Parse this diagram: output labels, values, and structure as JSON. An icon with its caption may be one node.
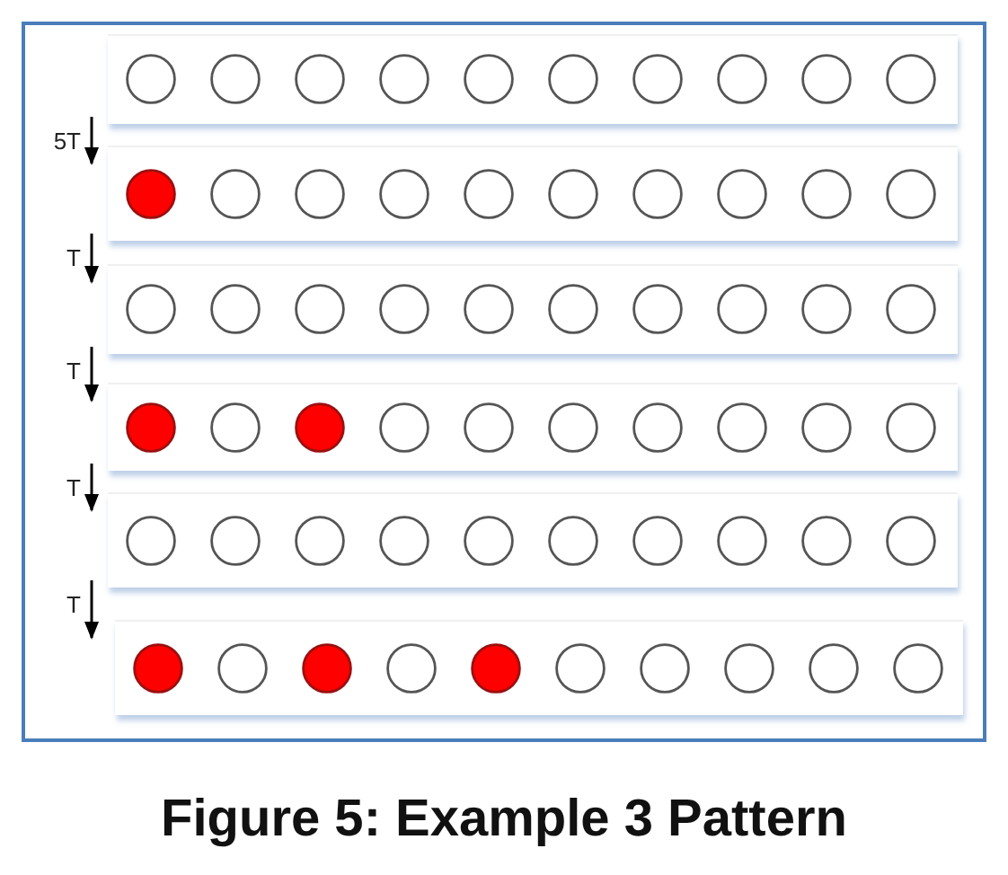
{
  "diagram": {
    "caption": "Figure 5: Example 3 Pattern",
    "nodes": [
      {
        "text": [],
        "shape": "box"
      },
      {
        "text": [],
        "shape": "circle",
        "in": 0
      },
      {
        "text": [],
        "shape": "circle",
        "in": 0
      },
      {
        "text": [],
        "shape": "circle",
        "in": 0
      },
      {
        "text": [],
        "shape": "circle",
        "in": 0
      },
      {
        "text": [],
        "shape": "circle",
        "in": 0
      },
      {
        "text": [],
        "shape": "circle",
        "in": 0
      },
      {
        "text": [],
        "shape": "circle",
        "in": 0
      },
      {
        "text": [],
        "shape": "circle",
        "in": 0
      },
      {
        "text": [],
        "shape": "circle",
        "in": 0
      },
      {
        "text": [],
        "shape": "circle",
        "in": 0
      },
      {
        "text": [],
        "shape": "box"
      },
      {
        "text": [],
        "shape": "circle",
        "in": 11
      },
      {
        "text": [],
        "shape": "circle",
        "in": 11
      },
      {
        "text": [],
        "shape": "circle",
        "in": 11
      },
      {
        "text": [],
        "shape": "circle",
        "in": 11
      },
      {
        "text": [],
        "shape": "circle",
        "in": 11
      },
      {
        "text": [],
        "shape": "circle",
        "in": 11
      },
      {
        "text": [],
        "shape": "circle",
        "in": 11
      },
      {
        "text": [],
        "shape": "circle",
        "in": 11
      },
      {
        "text": [],
        "shape": "circle",
        "in": 11
      },
      {
        "text": [],
        "shape": "circle",
        "in": 11
      },
      {
        "text": [],
        "shape": "box"
      },
      {
        "text": [],
        "shape": "circle",
        "in": 22
      },
      {
        "text": [],
        "shape": "circle",
        "in": 22
      },
      {
        "text": [],
        "shape": "circle",
        "in": 22
      },
      {
        "text": [],
        "shape": "circle",
        "in": 22
      },
      {
        "text": [],
        "shape": "circle",
        "in": 22
      },
      {
        "text": [],
        "shape": "circle",
        "in": 22
      },
      {
        "text": [],
        "shape": "circle",
        "in": 22
      },
      {
        "text": [],
        "shape": "circle",
        "in": 22
      },
      {
        "text": [],
        "shape": "circle",
        "in": 22
      },
      {
        "text": [],
        "shape": "circle",
        "in": 22
      },
      {
        "text": [],
        "shape": "box"
      },
      {
        "text": [],
        "shape": "circle",
        "in": 33
      },
      {
        "text": [],
        "shape": "circle",
        "in": 33
      },
      {
        "text": [],
        "shape": "circle",
        "in": 33
      },
      {
        "text": [],
        "shape": "circle",
        "in": 33
      },
      {
        "text": [],
        "shape": "circle",
        "in": 33
      },
      {
        "text": [],
        "shape": "circle",
        "in": 33
      },
      {
        "text": [],
        "shape": "circle",
        "in": 33
      },
      {
        "text": [],
        "shape": "circle",
        "in": 33
      },
      {
        "text": [],
        "shape": "circle",
        "in": 33
      },
      {
        "text": [],
        "shape": "circle",
        "in": 33
      },
      {
        "text": [],
        "shape": "box"
      },
      {
        "text": [],
        "shape": "circle",
        "in": 44
      },
      {
        "text": [],
        "shape": "circle",
        "in": 44
      },
      {
        "text": [],
        "shape": "circle",
        "in": 44
      },
      {
        "text": [],
        "shape": "circle",
        "in": 44
      },
      {
        "text": [],
        "shape": "circle",
        "in": 44
      },
      {
        "text": [],
        "shape": "circle",
        "in": 44
      },
      {
        "text": [],
        "shape": "circle",
        "in": 44
      },
      {
        "text": [],
        "shape": "circle",
        "in": 44
      },
      {
        "text": [],
        "shape": "circle",
        "in": 44
      },
      {
        "text": [],
        "shape": "circle",
        "in": 44
      },
      {
        "text": [],
        "shape": "box"
      },
      {
        "text": [],
        "shape": "circle",
        "in": 55
      },
      {
        "text": [],
        "shape": "circle",
        "in": 55
      },
      {
        "text": [],
        "shape": "circle",
        "in": 55
      },
      {
        "text": [],
        "shape": "circle",
        "in": 55
      },
      {
        "text": [],
        "shape": "circle",
        "in": 55
      },
      {
        "text": [],
        "shape": "circle",
        "in": 55
      },
      {
        "text": [],
        "shape": "circle",
        "in": 55
      },
      {
        "text": [],
        "shape": "circle",
        "in": 55
      },
      {
        "text": [],
        "shape": "circle",
        "in": 55
      },
      {
        "text": [],
        "shape": "circle",
        "in": 55
      }
    ],
    "edges": [
      {
        "from": 0,
        "to": 11,
        "arrow": "to",
        "label": "5T"
      },
      {
        "from": 11,
        "to": 22,
        "arrow": "to",
        "label": "T"
      },
      {
        "from": 22,
        "to": 33,
        "arrow": "to",
        "label": "T"
      },
      {
        "from": 33,
        "to": 44,
        "arrow": "to",
        "label": "T"
      },
      {
        "from": 44,
        "to": 55,
        "arrow": "to",
        "label": "T"
      }
    ]
  }
}
